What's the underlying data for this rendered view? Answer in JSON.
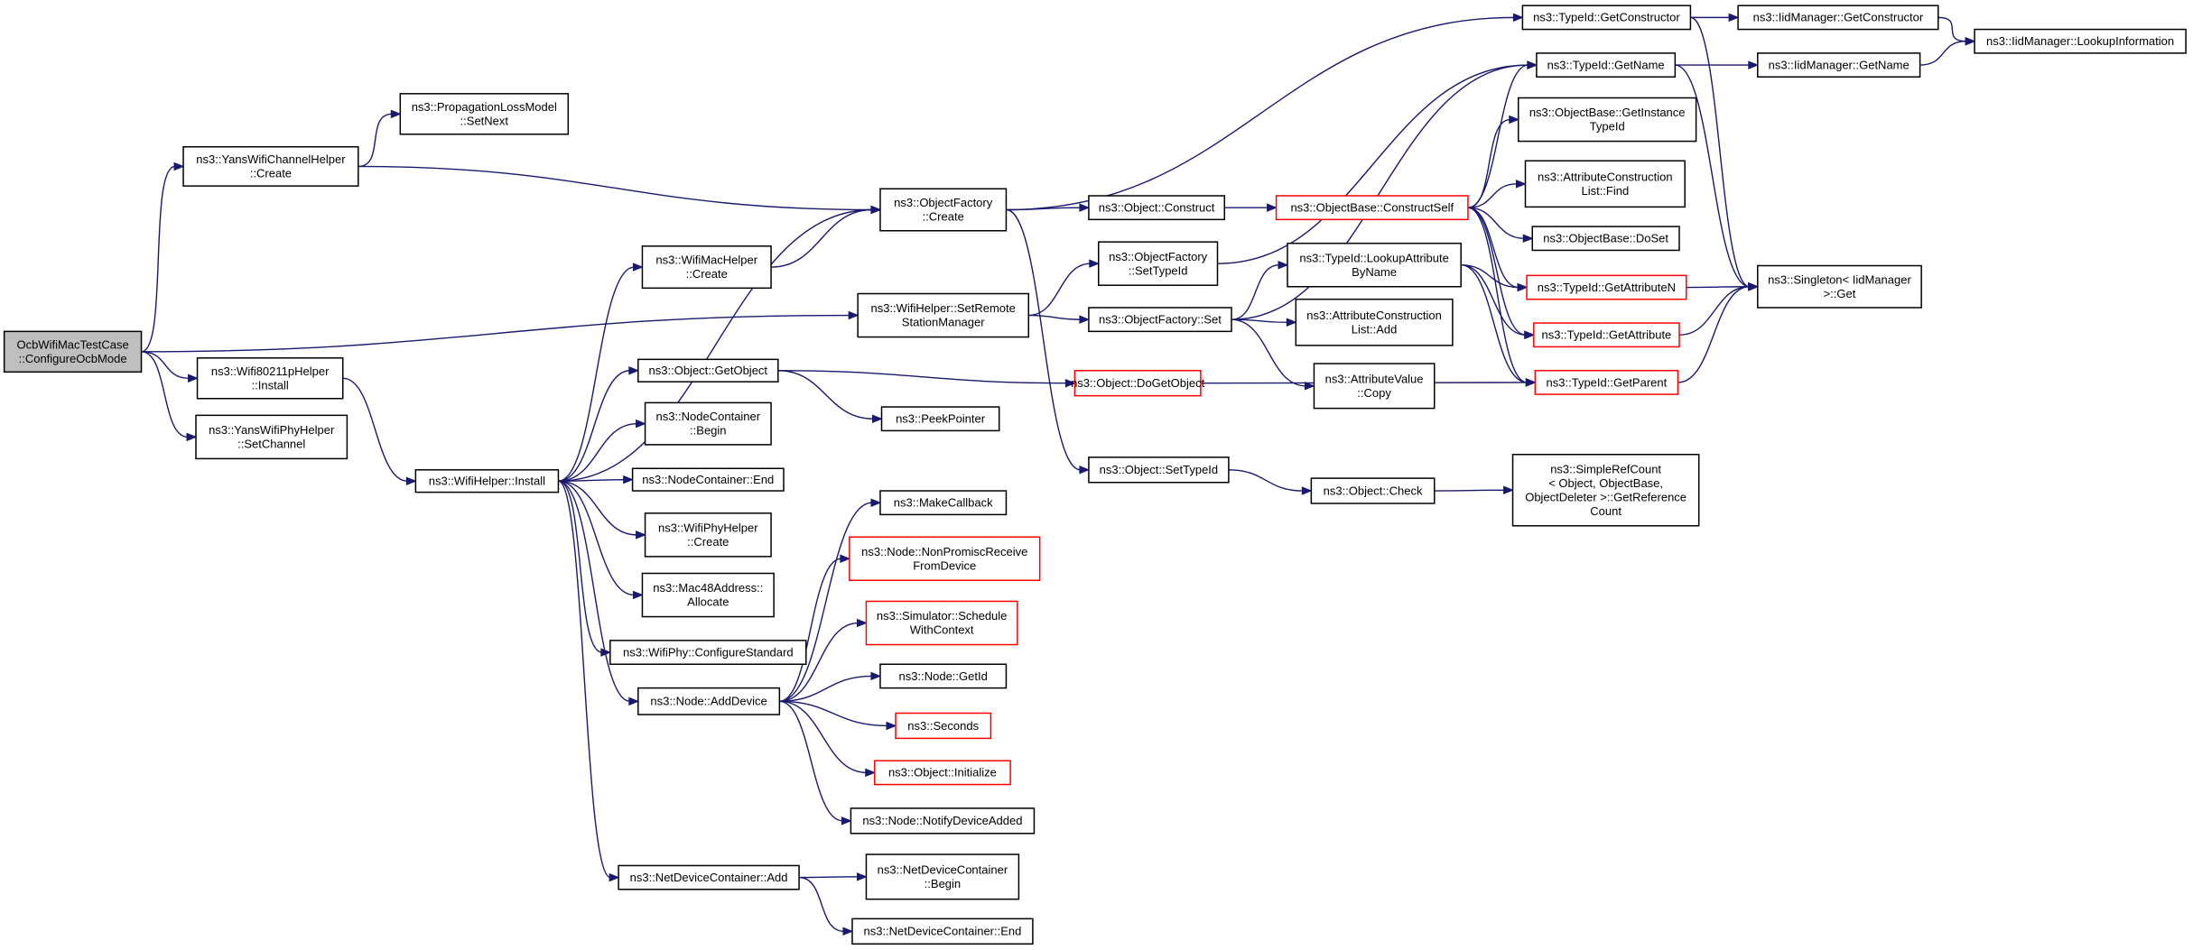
{
  "colors": {
    "edge": "#191970",
    "normal_border": "#000000",
    "truncated_border": "#ff0000",
    "root_fill": "#bfbfbf",
    "background": "#ffffff"
  },
  "nodes": [
    {
      "id": "root",
      "lines": [
        "OcbWifiMacTestCase",
        "::ConfigureOcbMode"
      ],
      "style": "root"
    },
    {
      "id": "yanschan_create",
      "lines": [
        "ns3::YansWifiChannelHelper",
        "::Create"
      ],
      "style": "normal"
    },
    {
      "id": "prop_setnext",
      "lines": [
        "ns3::PropagationLossModel",
        "::SetNext"
      ],
      "style": "normal"
    },
    {
      "id": "wifi80211p_install",
      "lines": [
        "ns3::Wifi80211pHelper",
        "::Install"
      ],
      "style": "normal"
    },
    {
      "id": "yansphy_setchannel",
      "lines": [
        "ns3::YansWifiPhyHelper",
        "::SetChannel"
      ],
      "style": "normal"
    },
    {
      "id": "wifihelper_install",
      "lines": [
        "ns3::WifiHelper::Install"
      ],
      "style": "normal"
    },
    {
      "id": "wifimac_create",
      "lines": [
        "ns3::WifiMacHelper",
        "::Create"
      ],
      "style": "normal"
    },
    {
      "id": "object_getobject",
      "lines": [
        "ns3::Object::GetObject"
      ],
      "style": "normal"
    },
    {
      "id": "nodecontainer_begin",
      "lines": [
        "ns3::NodeContainer",
        "::Begin"
      ],
      "style": "normal"
    },
    {
      "id": "nodecontainer_end",
      "lines": [
        "ns3::NodeContainer::End"
      ],
      "style": "normal"
    },
    {
      "id": "wifiphy_create",
      "lines": [
        "ns3::WifiPhyHelper",
        "::Create"
      ],
      "style": "normal"
    },
    {
      "id": "mac48_allocate",
      "lines": [
        "ns3::Mac48Address::",
        "Allocate"
      ],
      "style": "normal"
    },
    {
      "id": "wifiphy_configstd",
      "lines": [
        "ns3::WifiPhy::ConfigureStandard"
      ],
      "style": "normal"
    },
    {
      "id": "node_adddevice",
      "lines": [
        "ns3::Node::AddDevice"
      ],
      "style": "normal"
    },
    {
      "id": "netdevcont_add",
      "lines": [
        "ns3::NetDeviceContainer::Add"
      ],
      "style": "normal"
    },
    {
      "id": "objfactory_create",
      "lines": [
        "ns3::ObjectFactory",
        "::Create"
      ],
      "style": "normal"
    },
    {
      "id": "wifihelper_setremote",
      "lines": [
        "ns3::WifiHelper::SetRemote",
        "StationManager"
      ],
      "style": "normal"
    },
    {
      "id": "peekpointer",
      "lines": [
        "ns3::PeekPointer"
      ],
      "style": "normal"
    },
    {
      "id": "makecallback",
      "lines": [
        "ns3::MakeCallback"
      ],
      "style": "normal"
    },
    {
      "id": "node_nonpromisc",
      "lines": [
        "ns3::Node::NonPromiscReceive",
        "FromDevice"
      ],
      "style": "red"
    },
    {
      "id": "sim_schedule",
      "lines": [
        "ns3::Simulator::Schedule",
        "WithContext"
      ],
      "style": "red"
    },
    {
      "id": "node_getid",
      "lines": [
        "ns3::Node::GetId"
      ],
      "style": "normal"
    },
    {
      "id": "seconds",
      "lines": [
        "ns3::Seconds"
      ],
      "style": "red"
    },
    {
      "id": "object_initialize",
      "lines": [
        "ns3::Object::Initialize"
      ],
      "style": "red"
    },
    {
      "id": "node_notify",
      "lines": [
        "ns3::Node::NotifyDeviceAdded"
      ],
      "style": "normal"
    },
    {
      "id": "netdevcont_begin",
      "lines": [
        "ns3::NetDeviceContainer",
        "::Begin"
      ],
      "style": "normal"
    },
    {
      "id": "netdevcont_end",
      "lines": [
        "ns3::NetDeviceContainer::End"
      ],
      "style": "normal"
    },
    {
      "id": "object_construct",
      "lines": [
        "ns3::Object::Construct"
      ],
      "style": "normal"
    },
    {
      "id": "objfactory_settypeid",
      "lines": [
        "ns3::ObjectFactory",
        "::SetTypeId"
      ],
      "style": "normal"
    },
    {
      "id": "objfactory_set",
      "lines": [
        "ns3::ObjectFactory::Set"
      ],
      "style": "normal"
    },
    {
      "id": "object_dogetobject",
      "lines": [
        "ns3::Object::DoGetObject"
      ],
      "style": "red"
    },
    {
      "id": "object_settypeid",
      "lines": [
        "ns3::Object::SetTypeId"
      ],
      "style": "normal"
    },
    {
      "id": "objbase_constructself",
      "lines": [
        "ns3::ObjectBase::ConstructSelf"
      ],
      "style": "red"
    },
    {
      "id": "typeid_lookupattr",
      "lines": [
        "ns3::TypeId::LookupAttribute",
        "ByName"
      ],
      "style": "normal"
    },
    {
      "id": "attrconstr_add",
      "lines": [
        "ns3::AttributeConstruction",
        "List::Add"
      ],
      "style": "normal"
    },
    {
      "id": "attrvalue_copy",
      "lines": [
        "ns3::AttributeValue",
        "::Copy"
      ],
      "style": "normal"
    },
    {
      "id": "object_check",
      "lines": [
        "ns3::Object::Check"
      ],
      "style": "normal"
    },
    {
      "id": "typeid_getconstructor",
      "lines": [
        "ns3::TypeId::GetConstructor"
      ],
      "style": "normal"
    },
    {
      "id": "typeid_getname",
      "lines": [
        "ns3::TypeId::GetName"
      ],
      "style": "normal"
    },
    {
      "id": "objbase_getinstance",
      "lines": [
        "ns3::ObjectBase::GetInstance",
        "TypeId"
      ],
      "style": "normal"
    },
    {
      "id": "attrconstr_find",
      "lines": [
        "ns3::AttributeConstruction",
        "List::Find"
      ],
      "style": "normal"
    },
    {
      "id": "objbase_doset",
      "lines": [
        "ns3::ObjectBase::DoSet"
      ],
      "style": "normal"
    },
    {
      "id": "typeid_getattributen",
      "lines": [
        "ns3::TypeId::GetAttributeN"
      ],
      "style": "red"
    },
    {
      "id": "typeid_getattribute",
      "lines": [
        "ns3::TypeId::GetAttribute"
      ],
      "style": "red"
    },
    {
      "id": "typeid_getparent",
      "lines": [
        "ns3::TypeId::GetParent"
      ],
      "style": "red"
    },
    {
      "id": "simplerefcount",
      "lines": [
        "ns3::SimpleRefCount",
        "< Object, ObjectBase,",
        "ObjectDeleter >::GetReference",
        "Count"
      ],
      "style": "normal"
    },
    {
      "id": "iid_getconstructor",
      "lines": [
        "ns3::IidManager::GetConstructor"
      ],
      "style": "normal"
    },
    {
      "id": "iid_getname",
      "lines": [
        "ns3::IidManager::GetName"
      ],
      "style": "normal"
    },
    {
      "id": "singleton_get",
      "lines": [
        "ns3::Singleton< IidManager",
        ">::Get"
      ],
      "style": "normal"
    },
    {
      "id": "iid_lookupinfo",
      "lines": [
        "ns3::IidManager::LookupInformation"
      ],
      "style": "normal"
    }
  ],
  "edges": [
    [
      "root",
      "yanschan_create"
    ],
    [
      "root",
      "wifihelper_setremote"
    ],
    [
      "root",
      "wifi80211p_install"
    ],
    [
      "root",
      "yansphy_setchannel"
    ],
    [
      "yanschan_create",
      "prop_setnext"
    ],
    [
      "yanschan_create",
      "objfactory_create"
    ],
    [
      "wifi80211p_install",
      "wifihelper_install"
    ],
    [
      "wifihelper_install",
      "objfactory_create"
    ],
    [
      "wifihelper_install",
      "wifimac_create"
    ],
    [
      "wifihelper_install",
      "object_getobject"
    ],
    [
      "wifihelper_install",
      "nodecontainer_begin"
    ],
    [
      "wifihelper_install",
      "nodecontainer_end"
    ],
    [
      "wifihelper_install",
      "wifiphy_create"
    ],
    [
      "wifihelper_install",
      "mac48_allocate"
    ],
    [
      "wifihelper_install",
      "wifiphy_configstd"
    ],
    [
      "wifihelper_install",
      "node_adddevice"
    ],
    [
      "wifihelper_install",
      "netdevcont_add"
    ],
    [
      "wifimac_create",
      "objfactory_create"
    ],
    [
      "object_getobject",
      "peekpointer"
    ],
    [
      "object_getobject",
      "object_dogetobject"
    ],
    [
      "node_adddevice",
      "makecallback"
    ],
    [
      "node_adddevice",
      "node_nonpromisc"
    ],
    [
      "node_adddevice",
      "sim_schedule"
    ],
    [
      "node_adddevice",
      "node_getid"
    ],
    [
      "node_adddevice",
      "seconds"
    ],
    [
      "node_adddevice",
      "object_initialize"
    ],
    [
      "node_adddevice",
      "node_notify"
    ],
    [
      "netdevcont_add",
      "netdevcont_begin"
    ],
    [
      "netdevcont_add",
      "netdevcont_end"
    ],
    [
      "wifihelper_setremote",
      "objfactory_settypeid"
    ],
    [
      "wifihelper_setremote",
      "objfactory_set"
    ],
    [
      "objfactory_create",
      "object_construct"
    ],
    [
      "objfactory_create",
      "typeid_getconstructor"
    ],
    [
      "objfactory_create",
      "object_settypeid"
    ],
    [
      "object_construct",
      "objbase_constructself"
    ],
    [
      "objfactory_settypeid",
      "typeid_getname"
    ],
    [
      "objfactory_set",
      "typeid_getname"
    ],
    [
      "objfactory_set",
      "typeid_lookupattr"
    ],
    [
      "objfactory_set",
      "attrconstr_add"
    ],
    [
      "objfactory_set",
      "attrvalue_copy"
    ],
    [
      "object_dogetobject",
      "typeid_getparent"
    ],
    [
      "object_settypeid",
      "object_check"
    ],
    [
      "object_check",
      "simplerefcount"
    ],
    [
      "objbase_constructself",
      "typeid_getname"
    ],
    [
      "objbase_constructself",
      "objbase_getinstance"
    ],
    [
      "objbase_constructself",
      "attrconstr_find"
    ],
    [
      "objbase_constructself",
      "objbase_doset"
    ],
    [
      "objbase_constructself",
      "typeid_getattributen"
    ],
    [
      "objbase_constructself",
      "typeid_getattribute"
    ],
    [
      "objbase_constructself",
      "typeid_getparent"
    ],
    [
      "typeid_lookupattr",
      "typeid_getattributen"
    ],
    [
      "typeid_lookupattr",
      "typeid_getattribute"
    ],
    [
      "typeid_lookupattr",
      "typeid_getparent"
    ],
    [
      "typeid_getconstructor",
      "iid_getconstructor"
    ],
    [
      "typeid_getconstructor",
      "singleton_get"
    ],
    [
      "typeid_getname",
      "iid_getname"
    ],
    [
      "typeid_getname",
      "singleton_get"
    ],
    [
      "typeid_getattributen",
      "singleton_get"
    ],
    [
      "typeid_getattribute",
      "singleton_get"
    ],
    [
      "typeid_getparent",
      "singleton_get"
    ],
    [
      "iid_getconstructor",
      "iid_lookupinfo"
    ],
    [
      "iid_getname",
      "iid_lookupinfo"
    ]
  ]
}
